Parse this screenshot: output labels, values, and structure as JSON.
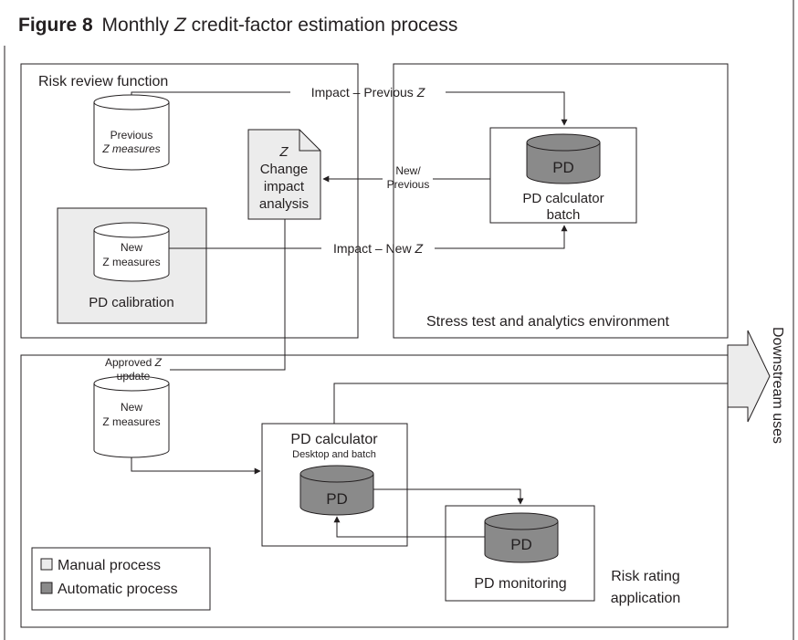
{
  "figure": {
    "label": "Figure 8",
    "title": "Monthly Z credit-factor estimation process"
  },
  "regions": {
    "risk_review": "Risk review function",
    "stress_test": "Stress test and analytics environment",
    "risk_rating_line1": "Risk rating",
    "risk_rating_line2": "application",
    "pd_calibration": "PD calibration",
    "pd_monitoring": "PD monitoring"
  },
  "nodes": {
    "previous_z_line1": "Previous",
    "previous_z_line2": "Z measures",
    "new_z_line1": "New",
    "new_z_line2": "Z measures",
    "approved_new_z_line1": "New",
    "approved_new_z_line2": "Z measures",
    "change_doc_line1": "Z",
    "change_doc_line2": "Change",
    "change_doc_line3": "impact",
    "change_doc_line4": "analysis",
    "pd_db": "PD",
    "pd_calc_batch_line1": "PD calculator",
    "pd_calc_batch_line2": "batch",
    "pd_calculator_title": "PD calculator",
    "pd_calculator_subtitle": "Desktop and batch",
    "pd_calc_db": "PD",
    "pd_monitor_db": "PD"
  },
  "flows": {
    "impact_previous": "Impact – Previous Z",
    "impact_new": "Impact – New Z",
    "new_previous_line1": "New/",
    "new_previous_line2": "Previous",
    "approved_line1": "Approved Z",
    "approved_line2": "update",
    "downstream": "Downstream uses"
  },
  "legend": {
    "manual": "Manual process",
    "automatic": "Automatic process"
  },
  "colors": {
    "manual_fill": "#ececec",
    "automatic_fill": "#8a8a8a",
    "stroke": "#231f20"
  }
}
